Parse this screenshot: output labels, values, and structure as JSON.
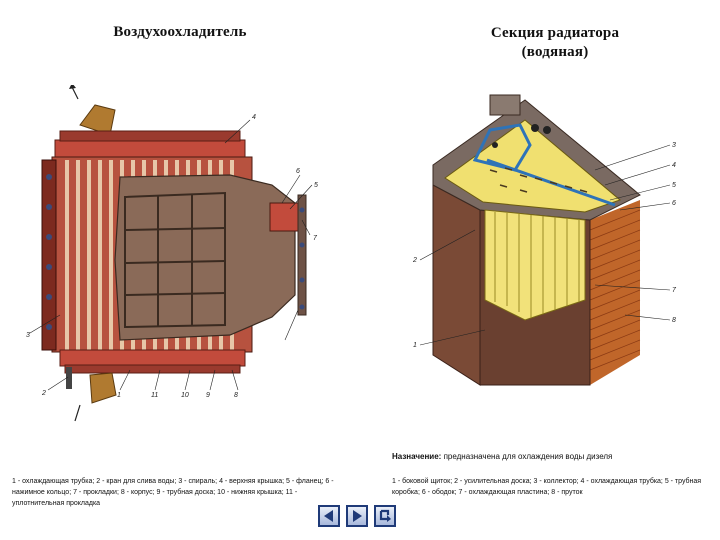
{
  "left": {
    "title": "Воздухоохладитель",
    "caption": "1 - охлаждающая трубка; 2 - кран для слива воды; 3 - спираль; 4 - верхняя крышка; 5 - фланец; 6 - нажимное кольцо; 7 - прокладки; 8 - корпус; 9 - трубная доска; 10 - нижняя крышка; 11 - уплотнительная прокладка",
    "labels": [
      "4",
      "5",
      "6",
      "7",
      "3",
      "2",
      "1",
      "11",
      "10",
      "9",
      "8"
    ]
  },
  "right": {
    "title": "Секция радиатора",
    "subtitle": "(водяная)",
    "purpose_label": "Назначение:",
    "purpose_text": " предназначена для охлаждения воды дизеля",
    "caption": "1 - боковой щиток; 2 - усилительная доска; 3 - коллектор; 4 - охлаждающая трубка; 5 - трубная коробка; 6 - ободок; 7 - охлаждающая пластина; 8 - пруток",
    "labels": [
      "3",
      "4",
      "5",
      "6",
      "2",
      "7",
      "8",
      "1"
    ]
  },
  "nav": {
    "back_icon": "triangle-left",
    "forward_icon": "triangle-right",
    "return_icon": "return-arrow",
    "accent": "#1f3a78"
  }
}
